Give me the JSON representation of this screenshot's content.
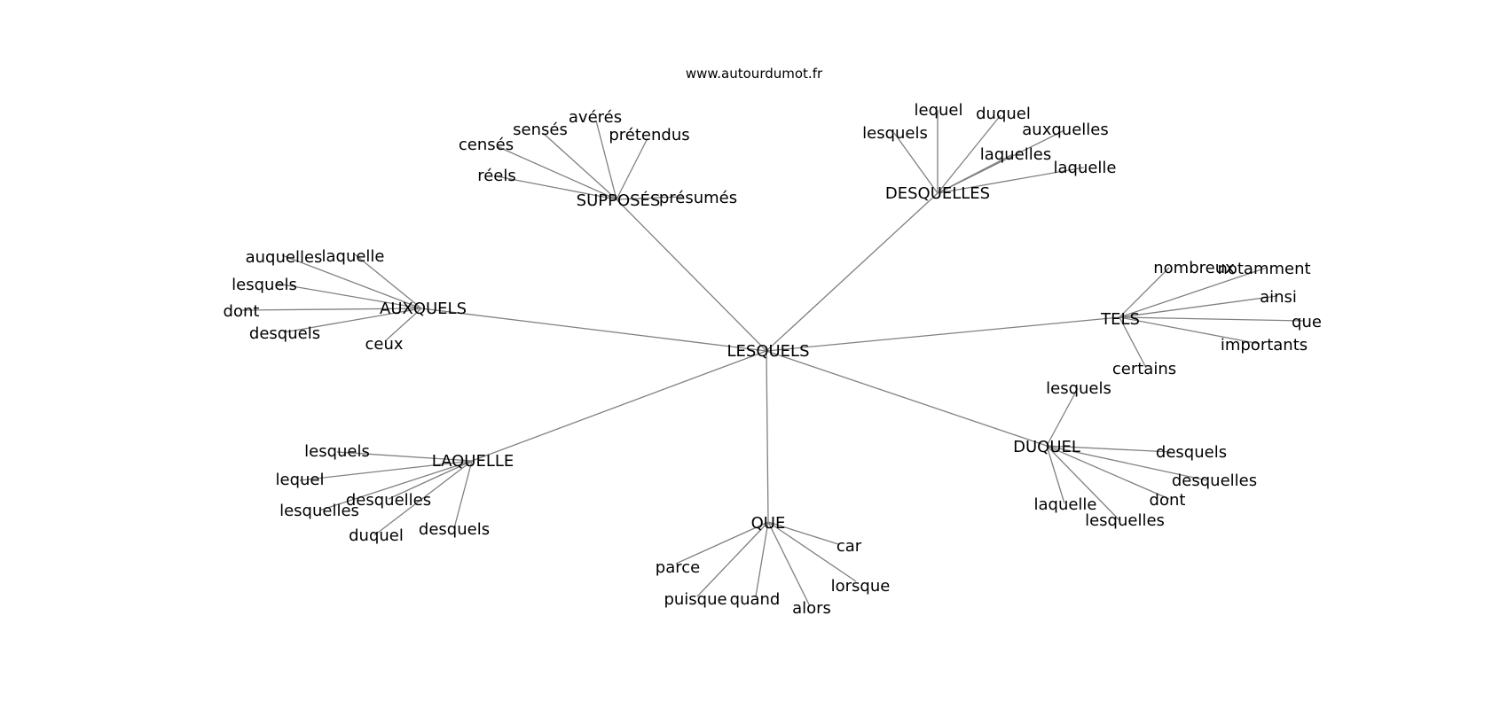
{
  "site": "www.autourdumot.fr",
  "center": "LESQUELS",
  "clusters": [
    {
      "label": "SUPPOSÉS",
      "words": [
        "censés",
        "sensés",
        "avérés",
        "prétendus",
        "réels",
        "présumés"
      ]
    },
    {
      "label": "DESQUELLES",
      "words": [
        "lesquels",
        "lequel",
        "duquel",
        "auxquelles",
        "laquelles",
        "laquelle"
      ]
    },
    {
      "label": "AUXQUELS",
      "words": [
        "auquelles",
        "laquelle",
        "lesquels",
        "dont",
        "desquels",
        "ceux"
      ]
    },
    {
      "label": "TELS",
      "words": [
        "nombreux",
        "notamment",
        "ainsi",
        "que",
        "importants",
        "certains"
      ]
    },
    {
      "label": "DUQUEL",
      "words": [
        "lesquels",
        "desquels",
        "desquelles",
        "dont",
        "laquelle",
        "lesquelles"
      ]
    },
    {
      "label": "LAQUELLE",
      "words": [
        "lesquels",
        "lequel",
        "desquelles",
        "lesquelles",
        "duquel",
        "desquels"
      ]
    },
    {
      "label": "QUE",
      "words": [
        "car",
        "parce",
        "lorsque",
        "puisque",
        "quand",
        "alors"
      ]
    }
  ]
}
